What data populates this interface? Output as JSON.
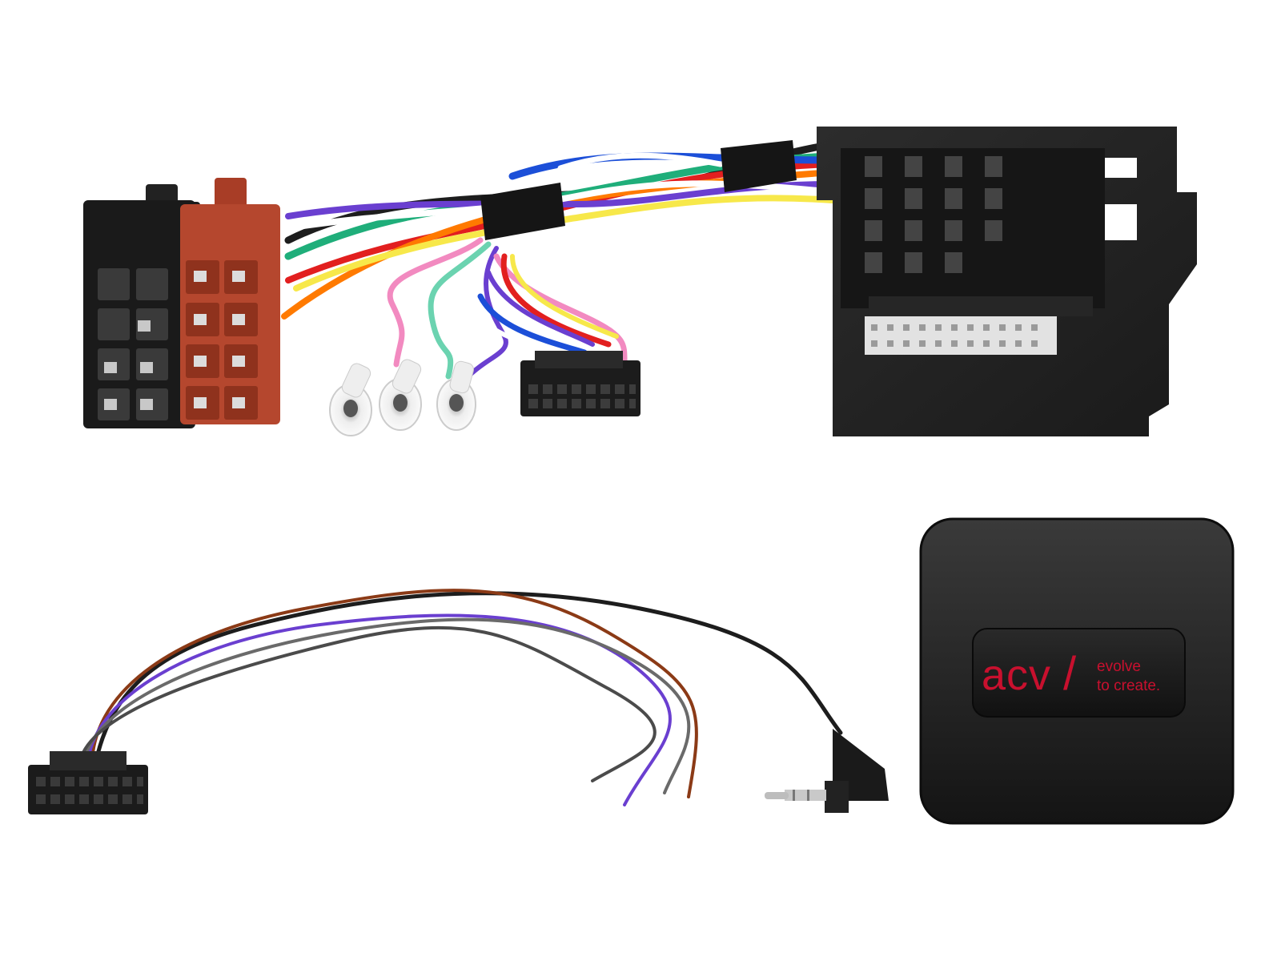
{
  "module": {
    "brand": "acv",
    "slogan_line1": "evolve",
    "slogan_line2": "to create.",
    "logo_color": "#c8102e"
  },
  "colors": {
    "background": "#ffffff",
    "iso_black": "#1a1a1a",
    "iso_red": "#b5472e",
    "quadlock": "#222222",
    "wires": [
      "#1d1d1d",
      "#e21f1f",
      "#ff7a00",
      "#1fae7a",
      "#ffffff",
      "#6a3fd0",
      "#1c4fd8",
      "#f7e84a",
      "#f28ac0",
      "#6a6a6a",
      "#8b3a16"
    ]
  },
  "icons": [
    "iso-black-connector-icon",
    "iso-red-connector-icon",
    "quadlock-connector-icon",
    "ring-terminal-icon",
    "16-pin-connector-icon",
    "jack-plug-icon",
    "interface-box-icon"
  ]
}
